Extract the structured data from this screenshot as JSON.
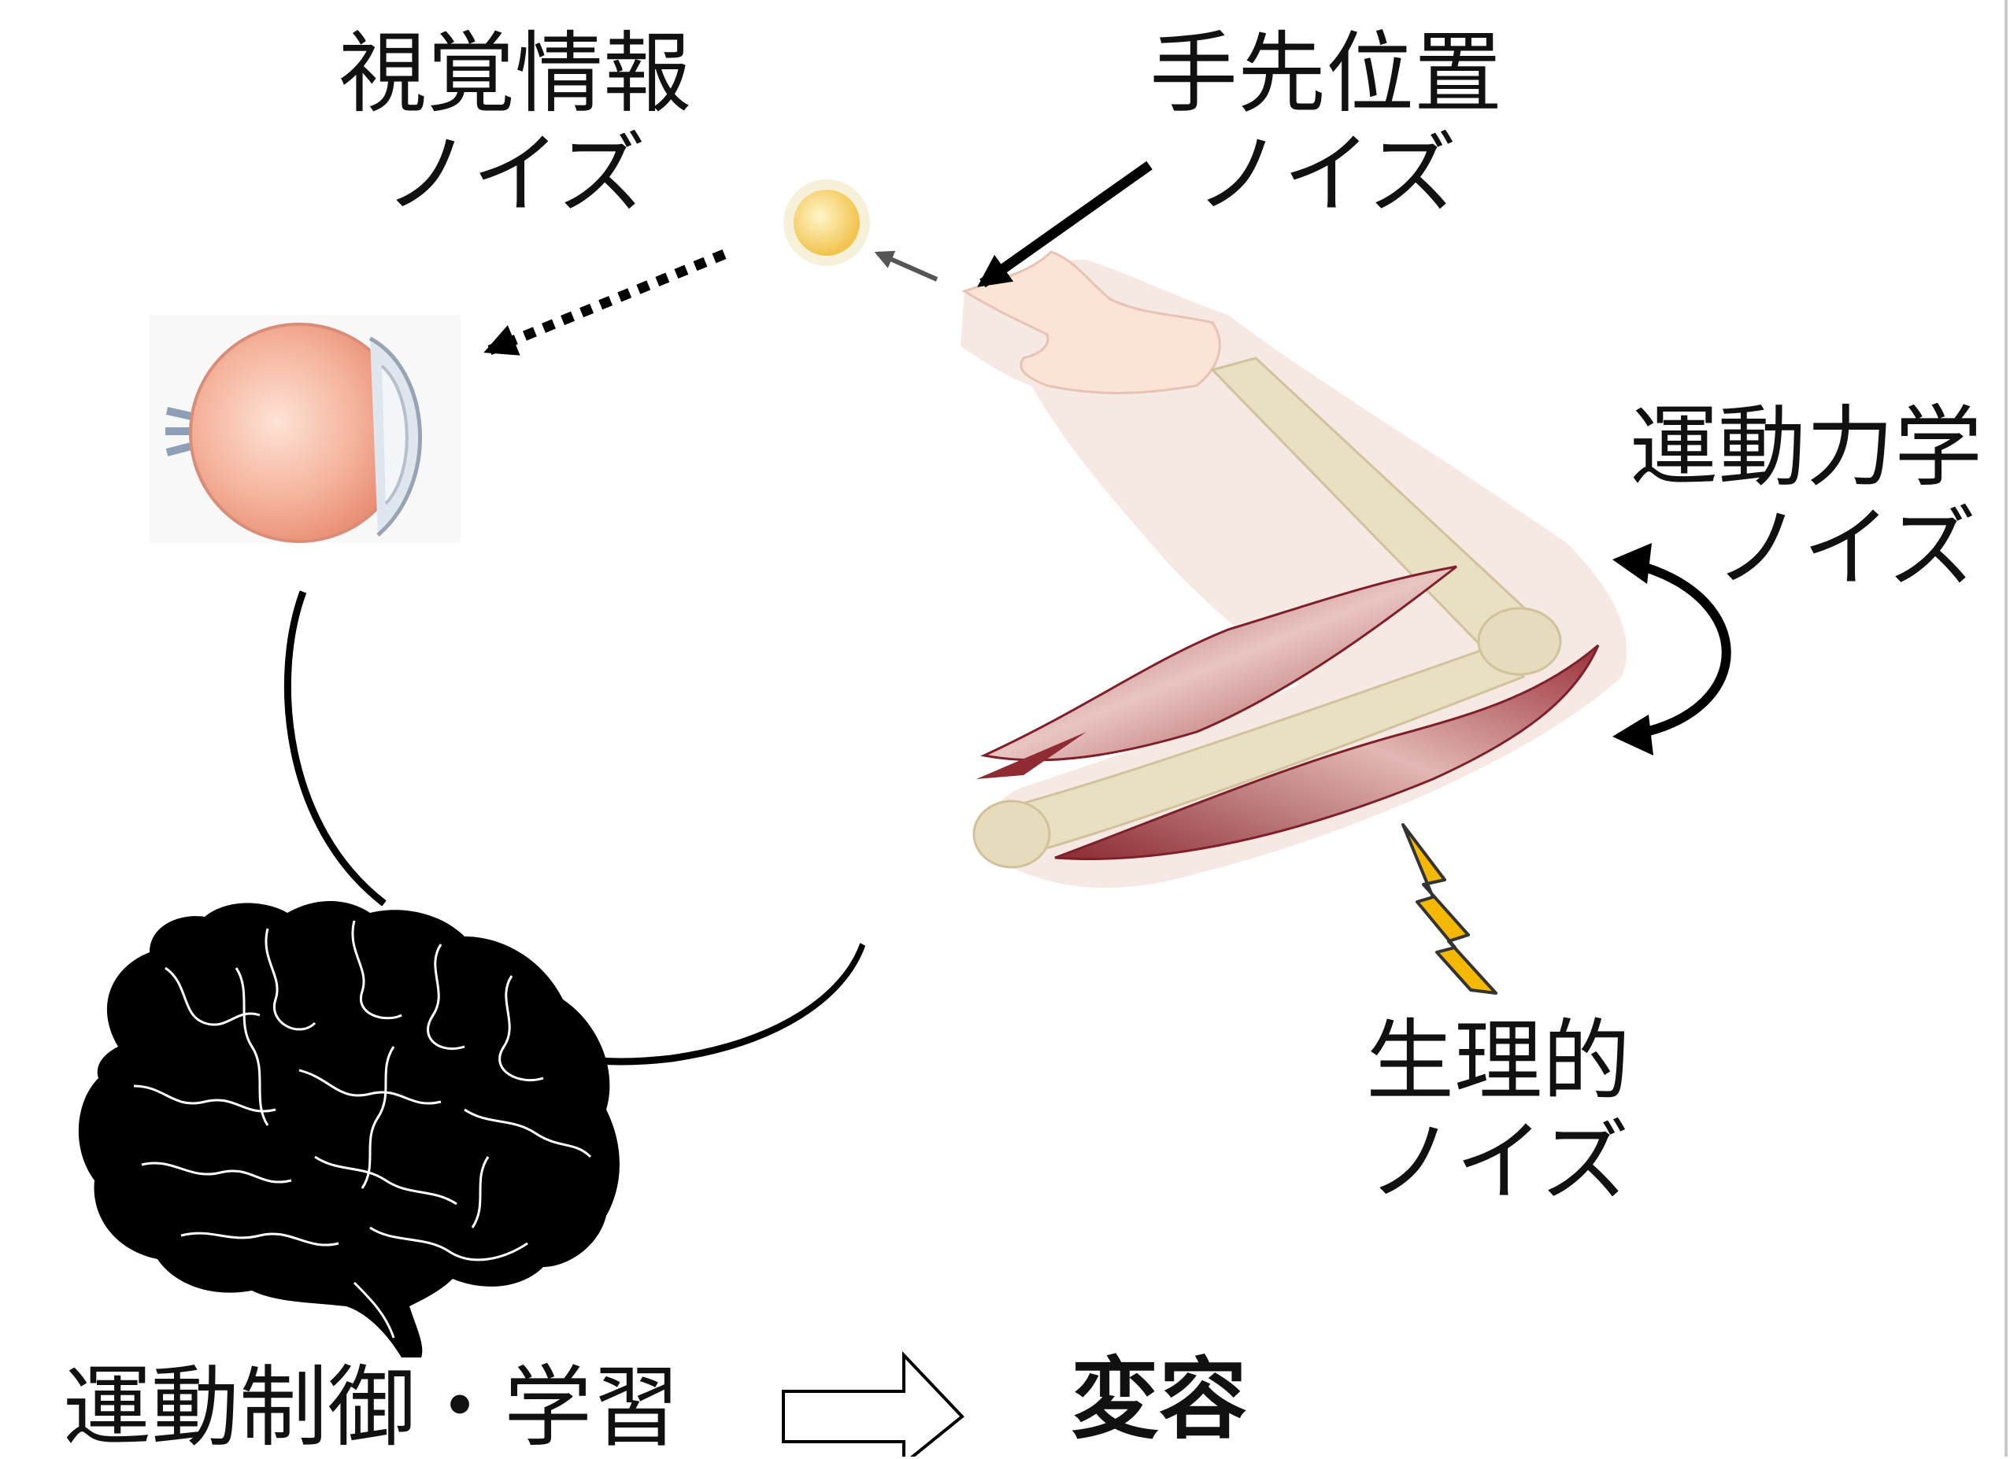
{
  "labels": {
    "visual_noise": {
      "line1": "視覚情報",
      "line2": "ノイズ"
    },
    "hand_noise": {
      "line1": "手先位置",
      "line2": "ノイズ"
    },
    "dynamics_noise": {
      "line1": "運動力学",
      "line2": "ノイズ"
    },
    "physio_noise": {
      "line1": "生理的",
      "line2": "ノイズ"
    },
    "motor_learning": "運動制御・学習",
    "transformation": "変容"
  },
  "colors": {
    "text": "#111111",
    "arrow": "#000000",
    "lightning": "#f5b800",
    "target": "#f7d36a",
    "eye": "#f3a58c",
    "muscle": "#b0444c",
    "bone": "#e8dcc0",
    "skin": "#f6e6de",
    "brain": "#000000"
  },
  "icons": [
    "eye-icon",
    "brain-icon",
    "arm-icon",
    "target-icon",
    "lightning-icon",
    "hollow-arrow-icon"
  ]
}
